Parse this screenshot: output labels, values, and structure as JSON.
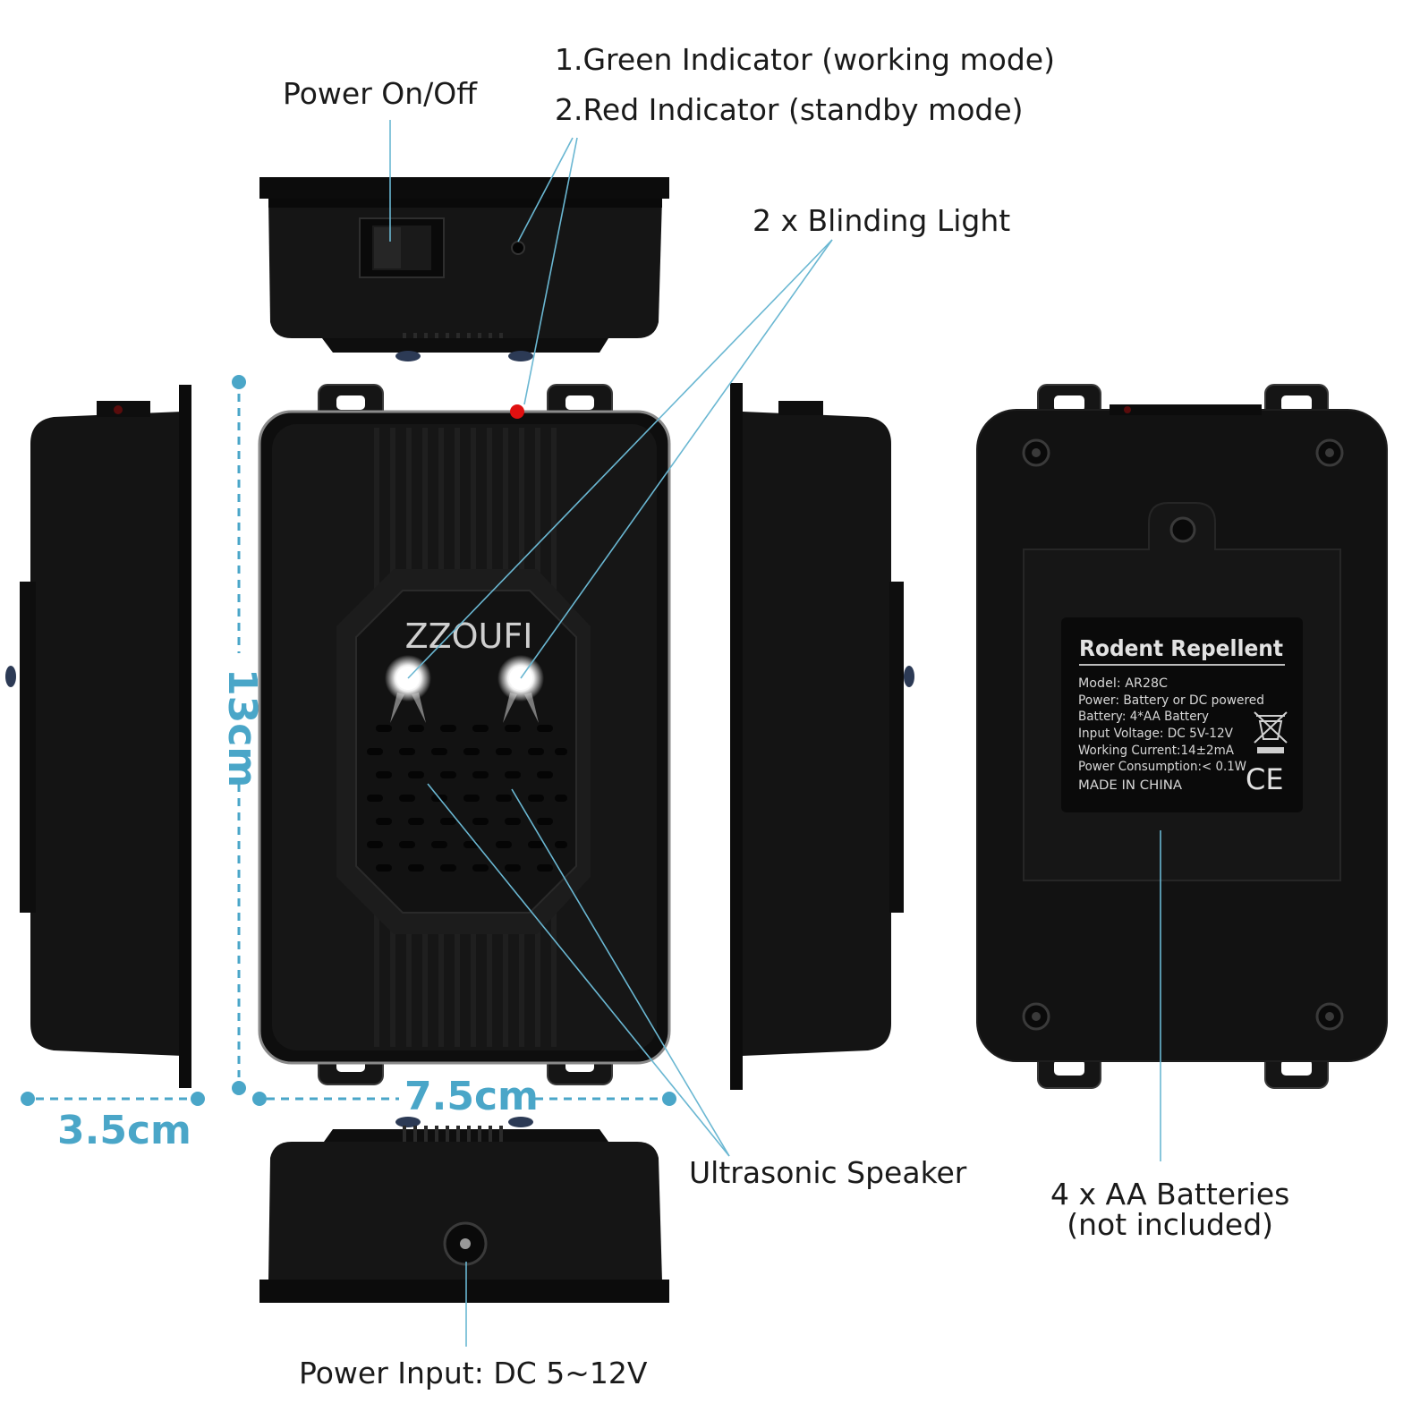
{
  "callouts": {
    "power_switch": "Power On/Off",
    "green_indicator": "1.Green Indicator (working mode)",
    "red_indicator": "2.Red Indicator (standby mode)",
    "blinding_light": "2 x Blinding Light",
    "speaker": "Ultrasonic Speaker",
    "batteries_line1": "4 x AA Batteries",
    "batteries_line2": "(not included)",
    "power_input": "Power Input: DC 5~12V"
  },
  "dimensions": {
    "height": "13cm",
    "width": "7.5cm",
    "depth": "3.5cm"
  },
  "device": {
    "brand": "ZZOUFI"
  },
  "spec_label": {
    "title": "Rodent Repellent",
    "lines": [
      "Model: AR28C",
      "Power: Battery or DC powered",
      "Battery: 4*AA Battery",
      "Input Voltage: DC 5V-12V",
      "Working Current:14±2mA",
      "Power Consumption:< 0.1W",
      "MADE IN CHINA"
    ],
    "ce_mark": "CE"
  },
  "colors": {
    "accent": "#4aa6c8",
    "body": "#121212",
    "red_led": "#e01010"
  },
  "icons": [
    "weee-bin-icon",
    "ce-mark-icon",
    "power-switch-icon",
    "dc-jack-icon",
    "led-icon"
  ]
}
